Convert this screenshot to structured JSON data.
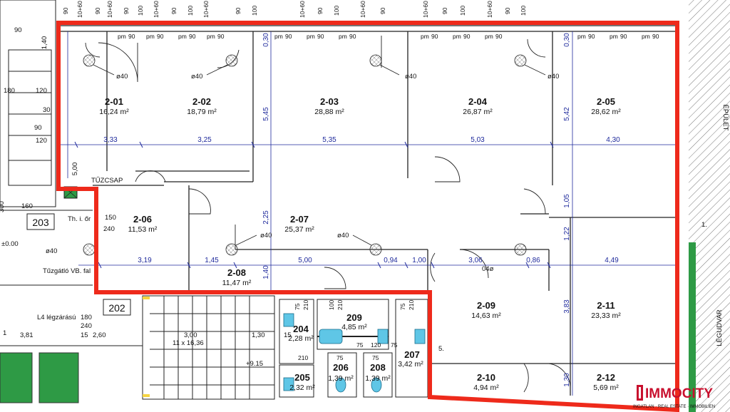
{
  "plan": {
    "top_ruler": [
      "90",
      "10+60",
      "90",
      "10+60",
      "90",
      "100",
      "10+60",
      "90",
      "100",
      "10+60",
      "90",
      "100",
      "10+60",
      "90",
      "100",
      "10+60",
      "90",
      "10+60",
      "90",
      "100",
      "10+60",
      "90",
      "100"
    ],
    "pm_labels": [
      "pm",
      "pm",
      "pm",
      "pm",
      "pm",
      "pm",
      "pm",
      "pm",
      "pm",
      "pm",
      "pm",
      "pm",
      "pm"
    ],
    "pm_90": "90",
    "rooms": [
      {
        "id": "2-01",
        "area": "16,24 m²"
      },
      {
        "id": "2-02",
        "area": "18,79 m²"
      },
      {
        "id": "2-03",
        "area": "28,88 m²"
      },
      {
        "id": "2-04",
        "area": "26,87 m²"
      },
      {
        "id": "2-05",
        "area": "28,62 m²"
      },
      {
        "id": "2-06",
        "area": "11,53 m²"
      },
      {
        "id": "2-07",
        "area": "25,37 m²"
      },
      {
        "id": "2-08",
        "area": "11,47 m²"
      },
      {
        "id": "2-09",
        "area": "14,63 m²"
      },
      {
        "id": "2-10",
        "area": "4,94 m²"
      },
      {
        "id": "2-11",
        "area": "23,33 m²"
      },
      {
        "id": "2-12",
        "area": "5,69 m²"
      },
      {
        "id": "209",
        "area": "4,85 m²"
      },
      {
        "id": "204",
        "area": "2,28 m²"
      },
      {
        "id": "205",
        "area": "2,32 m²"
      },
      {
        "id": "206",
        "area": "1,39 m²"
      },
      {
        "id": "208",
        "area": "1,39 m²"
      },
      {
        "id": "207",
        "area": "3,42 m²"
      }
    ],
    "dims_h1": [
      "3,33",
      "3,25",
      "5,35",
      "5,03",
      "4,30"
    ],
    "dims_h2": [
      "3,19",
      "1,45",
      "5,00",
      "0,94",
      "1,00",
      "3,06",
      "0,86",
      "4,49"
    ],
    "dims_v": [
      "5,45",
      "5,42",
      "2,25",
      "1,40",
      "1,05",
      "1,22",
      "3,83",
      "1,30",
      "0,30",
      "0,30",
      "1,40",
      "5,00"
    ],
    "phi40": "ø40",
    "phi40_rev": "04ø",
    "labels": {
      "tuzcsap": "TŰZCSAP",
      "tuzgatlo": "Tűzgátló VB. fal",
      "l4": "L4 légzárású",
      "epulet": "ÉPÜLET",
      "legudvar": "LÉGUDVAR",
      "room203": "203",
      "room202": "202",
      "th_or": "Th. i. őr",
      "pm000": "±0.00",
      "val_9_15": "+9.15",
      "stairs": "11 x 16,36",
      "d3_00": "3,00",
      "d1_30": "1,30",
      "d2_60": "2,60",
      "d3_81": "3,81",
      "d150": "150",
      "d240": "240",
      "d160": "160",
      "d300": "300",
      "d180": "180",
      "d240b": "240",
      "d15": "15",
      "d120a": "120",
      "d120b": "120",
      "d90a": "90",
      "d180b": "180",
      "d30": "30",
      "d90b": "90",
      "d75a": "75",
      "d210a": "210",
      "d100": "100",
      "d210b": "210",
      "d75b": "75",
      "d210c": "210",
      "d75c": "75",
      "d210d": "210",
      "d75d": "75",
      "d120c": "120",
      "d75e": "75",
      "d75f": "75",
      "d15b": "15",
      "d1_left": "1",
      "d1_right": "1.",
      "d5": "5."
    },
    "logo": {
      "name": "IMMOCITY",
      "tagline": "INGATLAN · REAL ESTATE · IMMOBILIEN",
      "accent": "#c8102e"
    },
    "colors": {
      "boundary": "#ee2a1b",
      "dimension": "#1f2a9c",
      "green": "#2e9a45",
      "hatch": "#444444"
    }
  }
}
